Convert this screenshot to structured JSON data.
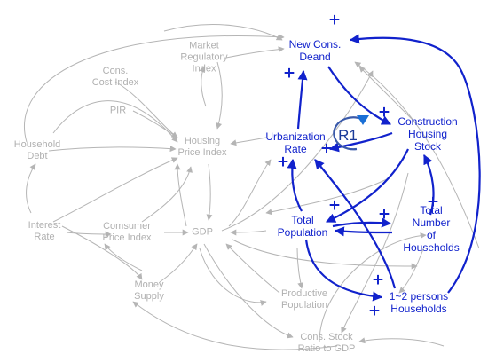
{
  "diagram": {
    "colors": {
      "gray": "#b5b5b5",
      "blue": "#1122cc"
    },
    "nodes": {
      "market_regulatory_index": "Market\nRegulatory\nIndex",
      "cons_cost_index": "Cons.\nCost  Index",
      "pir": "PIR",
      "household_debt": "Household\nDebt",
      "housing_price_index": "Housing\nPrice  Index",
      "interest_rate": "Interest\nRate",
      "consumer_price_index": "Comsumer\nPrice  Index",
      "gdp": "GDP",
      "money_supply": "Money\nSupply",
      "productive_population": "Productive\nPopulation",
      "cons_stock_ratio": "Cons.  Stock\nRatio to GDP",
      "new_cons_demand": "New    Cons.\nDeand",
      "construction_housing_stock": "Construction\nHousing  Stock",
      "urbanization_rate": "Urbanization\nRate",
      "total_population": "Total\nPopulation",
      "total_number_households": "Total    Number\nof  Households",
      "one_two_person_households": "1~2      persons\nHouseholds"
    },
    "loop_label": "R1",
    "polarity": "+"
  }
}
